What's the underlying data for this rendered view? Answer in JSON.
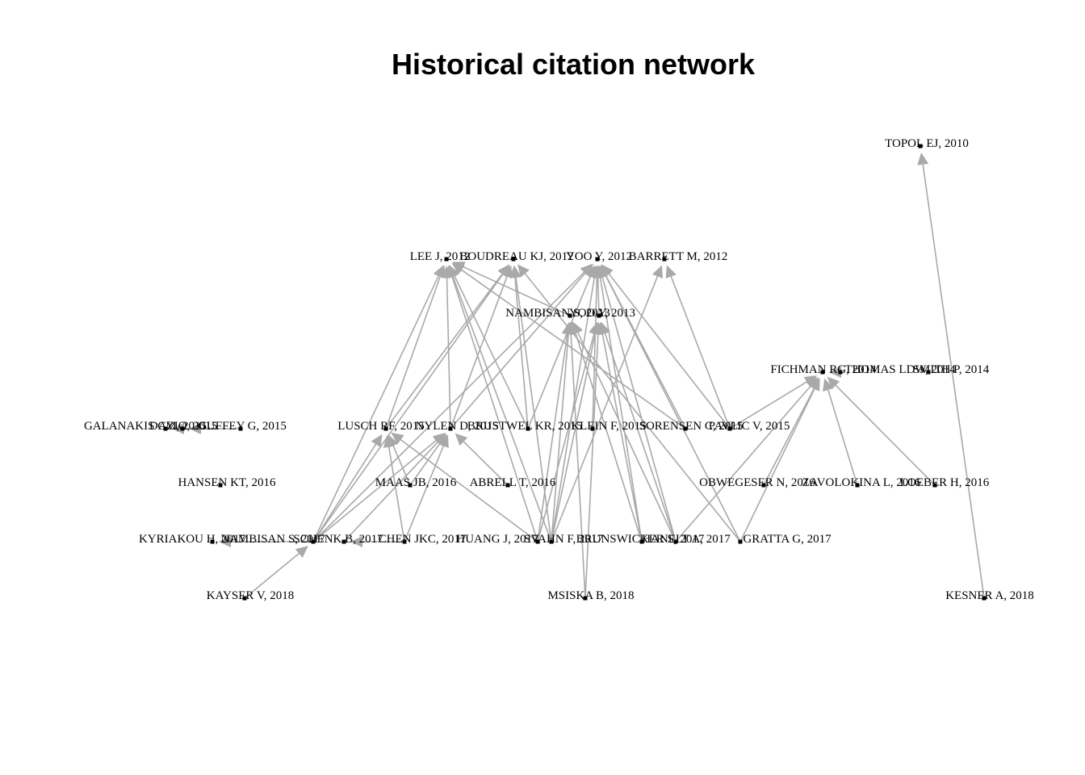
{
  "title": "Historical citation network",
  "chart_data": {
    "type": "network",
    "title": "Historical citation network",
    "edge_color": "#a9a9a9",
    "label_color": "#000000",
    "nodes": [
      {
        "id": "TOPOL EJ, 2010",
        "year": 2010
      },
      {
        "id": "LEE J, 2012",
        "year": 2012
      },
      {
        "id": "BOUDREAU KJ, 2012",
        "year": 2012
      },
      {
        "id": "YOO Y, 2012",
        "year": 2012
      },
      {
        "id": "BARRETT M, 2012",
        "year": 2012
      },
      {
        "id": "NAMBISAN S, 2013",
        "year": 2013
      },
      {
        "id": "YOO Y, 2013",
        "year": 2013
      },
      {
        "id": "FICHMAN RG, 2014",
        "year": 2014
      },
      {
        "id": "THOMAS LDW, 2014",
        "year": 2014
      },
      {
        "id": "SMITH P, 2014",
        "year": 2014
      },
      {
        "id": "GALANAKIS CM, 2015",
        "year": 2015
      },
      {
        "id": "DAZIO, 2015",
        "year": 2015
      },
      {
        "id": "GUFFEY G, 2015",
        "year": 2015
      },
      {
        "id": "LUSCH RF, 2015",
        "year": 2015
      },
      {
        "id": "NYLEN D, 2015",
        "year": 2015
      },
      {
        "id": "BRUSTWEL KR, 2015",
        "year": 2015
      },
      {
        "id": "KLEIN F, 2015",
        "year": 2015
      },
      {
        "id": "SORENSEN C, 2015",
        "year": 2015
      },
      {
        "id": "PAVLIC V, 2015",
        "year": 2015
      },
      {
        "id": "HANSEN KT, 2016",
        "year": 2016
      },
      {
        "id": "MAAS JB, 2016",
        "year": 2016
      },
      {
        "id": "ABRELL T, 2016",
        "year": 2016
      },
      {
        "id": "OBWEGESER N, 2016",
        "year": 2016
      },
      {
        "id": "ZAVOLOKINA L, 2016",
        "year": 2016
      },
      {
        "id": "LOEBER H, 2016",
        "year": 2016
      },
      {
        "id": "KYRIAKOU H, 2017",
        "year": 2017
      },
      {
        "id": "NAMBISAN S, 2017",
        "year": 2017
      },
      {
        "id": "SCHENK B, 2017",
        "year": 2017
      },
      {
        "id": "CHEN JKC, 2017",
        "year": 2017
      },
      {
        "id": "HUANG J, 2017",
        "year": 2017
      },
      {
        "id": "SVAHN F, 2017",
        "year": 2017
      },
      {
        "id": "BRUNSWICKER S, 2017",
        "year": 2017
      },
      {
        "id": "HANELT A, 2017",
        "year": 2017
      },
      {
        "id": "GRATTA G, 2017",
        "year": 2017
      },
      {
        "id": "KAYSER V, 2018",
        "year": 2018
      },
      {
        "id": "MSISKA B, 2018",
        "year": 2018
      },
      {
        "id": "KESNER A, 2018",
        "year": 2018
      }
    ],
    "edges": [
      [
        "KESNER A, 2018",
        "TOPOL EJ, 2010"
      ],
      [
        "LUSCH RF, 2015",
        "LEE J, 2012"
      ],
      [
        "LUSCH RF, 2015",
        "BOUDREAU KJ, 2012"
      ],
      [
        "NYLEN D, 2015",
        "LEE J, 2012"
      ],
      [
        "NYLEN D, 2015",
        "BOUDREAU KJ, 2012"
      ],
      [
        "NYLEN D, 2015",
        "YOO Y, 2012"
      ],
      [
        "BRUSTWEL KR, 2015",
        "LEE J, 2012"
      ],
      [
        "BRUSTWEL KR, 2015",
        "BOUDREAU KJ, 2012"
      ],
      [
        "BRUSTWEL KR, 2015",
        "YOO Y, 2012"
      ],
      [
        "KLEIN F, 2015",
        "YOO Y, 2012"
      ],
      [
        "SORENSEN C, 2015",
        "YOO Y, 2012"
      ],
      [
        "SORENSEN C, 2015",
        "LEE J, 2012"
      ],
      [
        "PAVLIC V, 2015",
        "YOO Y, 2012"
      ],
      [
        "PAVLIC V, 2015",
        "BARRETT M, 2012"
      ],
      [
        "PAVLIC V, 2015",
        "FICHMAN RG, 2014"
      ],
      [
        "NAMBISAN S, 2013",
        "LEE J, 2012"
      ],
      [
        "YOO Y, 2013",
        "YOO Y, 2012"
      ],
      [
        "THOMAS LDW, 2014",
        "FICHMAN RG, 2014"
      ],
      [
        "DAZIO, 2015",
        "GALANAKIS CM, 2015"
      ],
      [
        "GUFFEY G, 2015",
        "DAZIO, 2015"
      ],
      [
        "MAAS JB, 2016",
        "LUSCH RF, 2015"
      ],
      [
        "MAAS JB, 2016",
        "NYLEN D, 2015"
      ],
      [
        "ABRELL T, 2016",
        "NYLEN D, 2015"
      ],
      [
        "OBWEGESER N, 2016",
        "FICHMAN RG, 2014"
      ],
      [
        "ZAVOLOKINA L, 2016",
        "FICHMAN RG, 2014"
      ],
      [
        "LOEBER H, 2016",
        "FICHMAN RG, 2014"
      ],
      [
        "NAMBISAN S, 2017",
        "LUSCH RF, 2015"
      ],
      [
        "NAMBISAN S, 2017",
        "NYLEN D, 2015"
      ],
      [
        "NAMBISAN S, 2017",
        "LEE J, 2012"
      ],
      [
        "NAMBISAN S, 2017",
        "BOUDREAU KJ, 2012"
      ],
      [
        "NAMBISAN S, 2017",
        "YOO Y, 2012"
      ],
      [
        "NAMBISAN S, 2017",
        "KYRIAKOU H, 2017"
      ],
      [
        "SCHENK B, 2017",
        "NYLEN D, 2015"
      ],
      [
        "CHEN JKC, 2017",
        "LUSCH RF, 2015"
      ],
      [
        "CHEN JKC, 2017",
        "NYLEN D, 2015"
      ],
      [
        "CHEN JKC, 2017",
        "SCHENK B, 2017"
      ],
      [
        "HUANG J, 2017",
        "LEE J, 2012"
      ],
      [
        "HUANG J, 2017",
        "NAMBISAN S, 2013"
      ],
      [
        "HUANG J, 2017",
        "YOO Y, 2013"
      ],
      [
        "HUANG J, 2017",
        "LUSCH RF, 2015"
      ],
      [
        "SVAHN F, 2017",
        "NAMBISAN S, 2013"
      ],
      [
        "SVAHN F, 2017",
        "YOO Y, 2013"
      ],
      [
        "SVAHN F, 2017",
        "LEE J, 2012"
      ],
      [
        "SVAHN F, 2017",
        "BOUDREAU KJ, 2012"
      ],
      [
        "SVAHN F, 2017",
        "YOO Y, 2012"
      ],
      [
        "SVAHN F, 2017",
        "BARRETT M, 2012"
      ],
      [
        "BRUNSWICKER S, 2017",
        "NAMBISAN S, 2013"
      ],
      [
        "BRUNSWICKER S, 2017",
        "YOO Y, 2013"
      ],
      [
        "BRUNSWICKER S, 2017",
        "YOO Y, 2012"
      ],
      [
        "HANELT A, 2017",
        "YOO Y, 2012"
      ],
      [
        "HANELT A, 2017",
        "NAMBISAN S, 2013"
      ],
      [
        "HANELT A, 2017",
        "FICHMAN RG, 2014"
      ],
      [
        "HANELT A, 2017",
        "YOO Y, 2013"
      ],
      [
        "GRATTA G, 2017",
        "YOO Y, 2012"
      ],
      [
        "GRATTA G, 2017",
        "FICHMAN RG, 2014"
      ],
      [
        "GRATTA G, 2017",
        "BOUDREAU KJ, 2012"
      ],
      [
        "KAYSER V, 2018",
        "NAMBISAN S, 2017"
      ],
      [
        "MSISKA B, 2018",
        "NAMBISAN S, 2013"
      ],
      [
        "MSISKA B, 2018",
        "YOO Y, 2013"
      ]
    ]
  }
}
